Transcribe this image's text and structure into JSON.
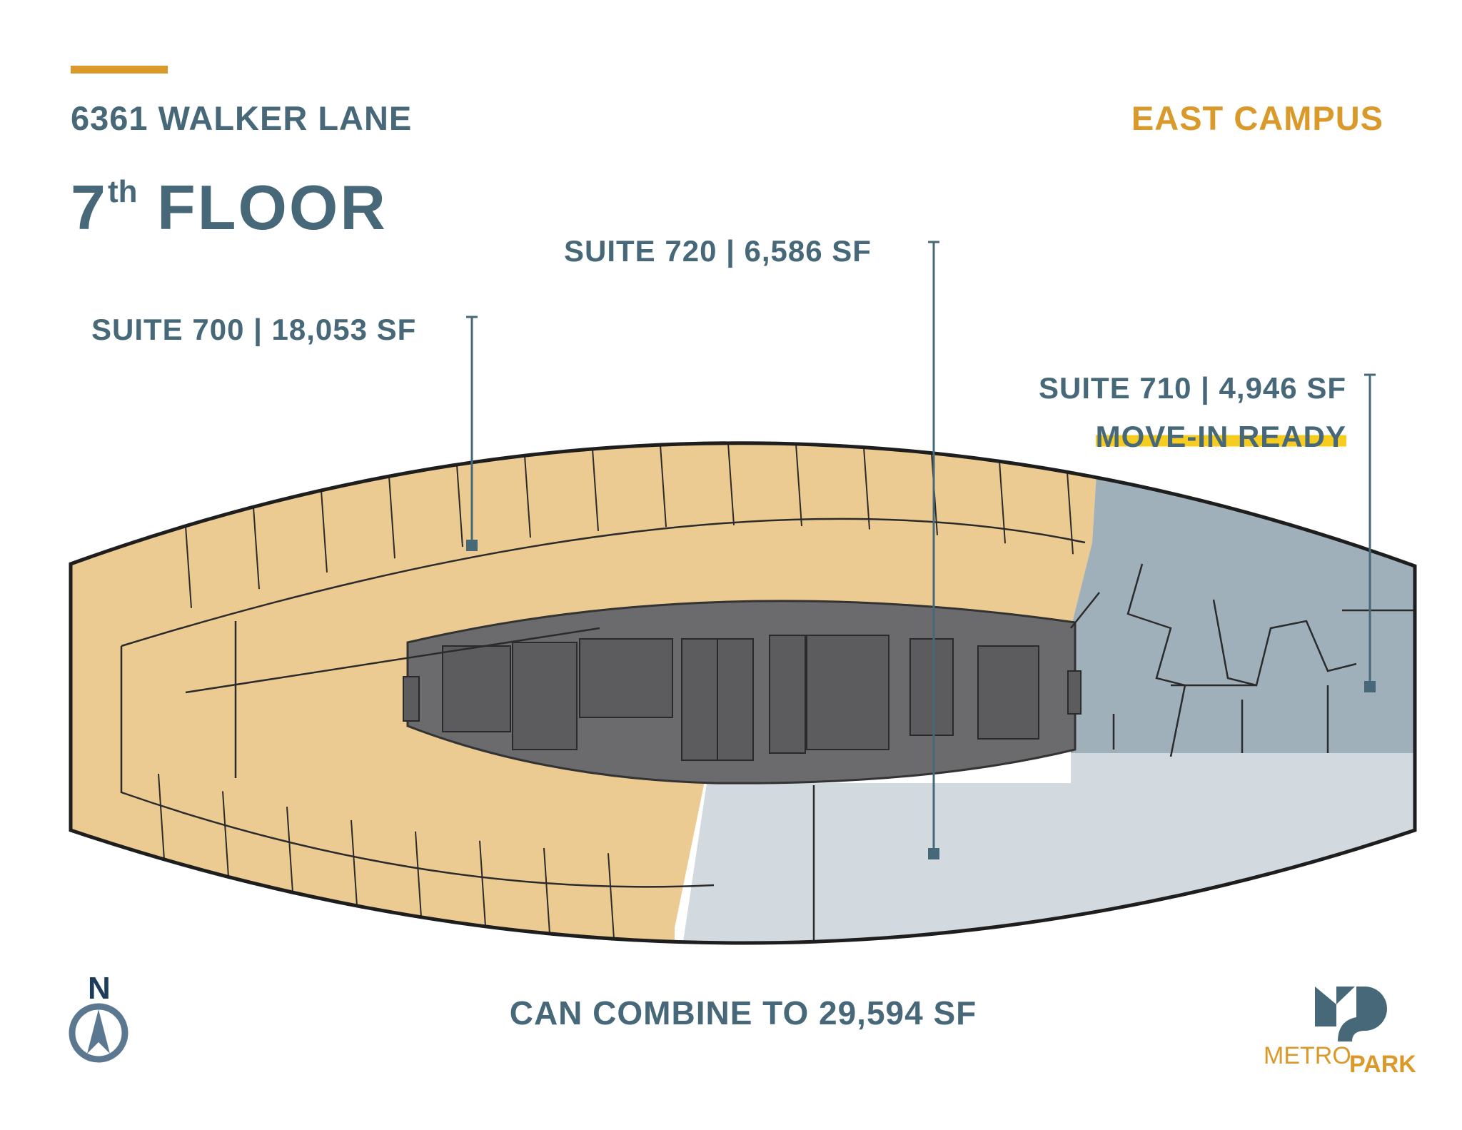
{
  "header": {
    "address": "6361 WALKER LANE",
    "campus": "EAST CAMPUS",
    "floor_number": "7",
    "floor_suffix": "th",
    "floor_word": "FLOOR"
  },
  "suites": {
    "s700": {
      "label": "SUITE 700 | 18,053 SF"
    },
    "s720": {
      "label": "SUITE 720 | 6,586 SF"
    },
    "s710": {
      "label": "SUITE 710 | 4,946 SF",
      "badge": "MOVE-IN READY"
    }
  },
  "footer": {
    "combine": "CAN COMBINE TO 29,594 SF",
    "compass_letter": "N",
    "logo_metro": "METRO",
    "logo_park": "PARK"
  },
  "colors": {
    "slate": "#476878",
    "gold": "#d99a2b",
    "suite_700_fill": "#eccb93",
    "suite_710_fill": "#9fb0bb",
    "suite_720_fill": "#d2d9df",
    "core_fill": "#6b6b6d",
    "highlight": "#f5cc1f"
  }
}
